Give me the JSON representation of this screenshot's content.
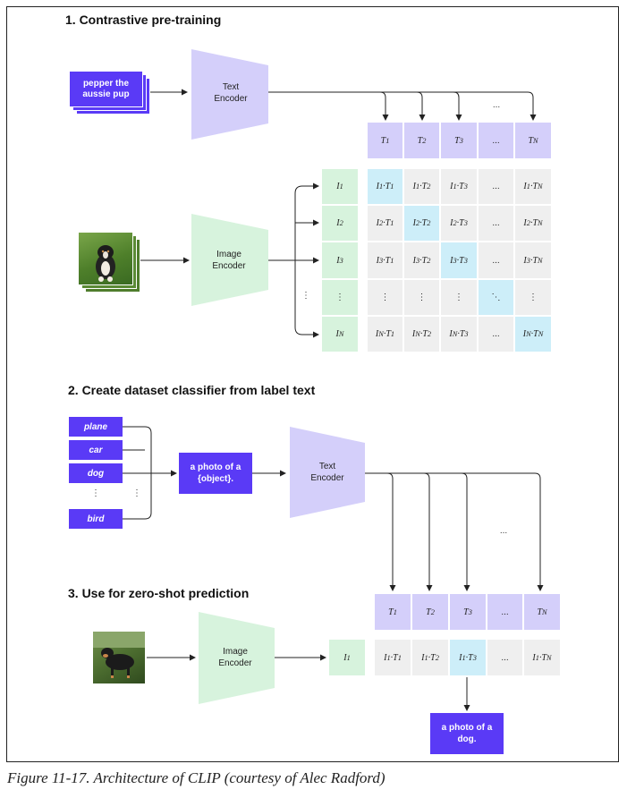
{
  "section1": {
    "title": "1. Contrastive pre-training",
    "text_input": "pepper the aussie pup",
    "text_encoder": "Text Encoder",
    "image_encoder": "Image Encoder",
    "text_features": [
      "T1",
      "T2",
      "T3",
      "...",
      "TN"
    ],
    "image_features": [
      "I1",
      "I2",
      "I3",
      "⋮",
      "IN"
    ],
    "matrix_rows": [
      [
        "I1·T1",
        "I1·T2",
        "I1·T3",
        "...",
        "I1·TN"
      ],
      [
        "I2·T1",
        "I2·T2",
        "I2·T3",
        "...",
        "I2·TN"
      ],
      [
        "I3·T1",
        "I3·T2",
        "I3·T3",
        "...",
        "I3·TN"
      ],
      [
        "⋮",
        "⋮",
        "⋮",
        "⋱",
        "⋮"
      ],
      [
        "IN·T1",
        "IN·T2",
        "IN·T3",
        "...",
        "IN·TN"
      ]
    ],
    "arrow_dots": "...",
    "side_dots": "⋮"
  },
  "section2": {
    "title": "2. Create dataset classifier from label text",
    "labels": [
      "plane",
      "car",
      "dog",
      "⋮",
      "bird"
    ],
    "template": "a photo of a {object}.",
    "text_encoder": "Text Encoder",
    "arrow_dots": "..."
  },
  "section3": {
    "title": "3. Use for zero-shot prediction",
    "image_encoder": "Image Encoder",
    "image_feature": "I1",
    "text_features": [
      "T1",
      "T2",
      "T3",
      "...",
      "TN"
    ],
    "scores": [
      "I1·T1",
      "I1·T2",
      "I1·T3",
      "...",
      "I1·TN"
    ],
    "prediction": "a photo of a dog."
  },
  "caption": "Figure 11-17. Architecture of CLIP (courtesy of Alec Radford)",
  "colors": {
    "purple": "#5a3af6",
    "lavender": "#d4cffa",
    "mint": "#d7f3dd",
    "gray": "#efefef",
    "highlight": "#cdeef9"
  }
}
